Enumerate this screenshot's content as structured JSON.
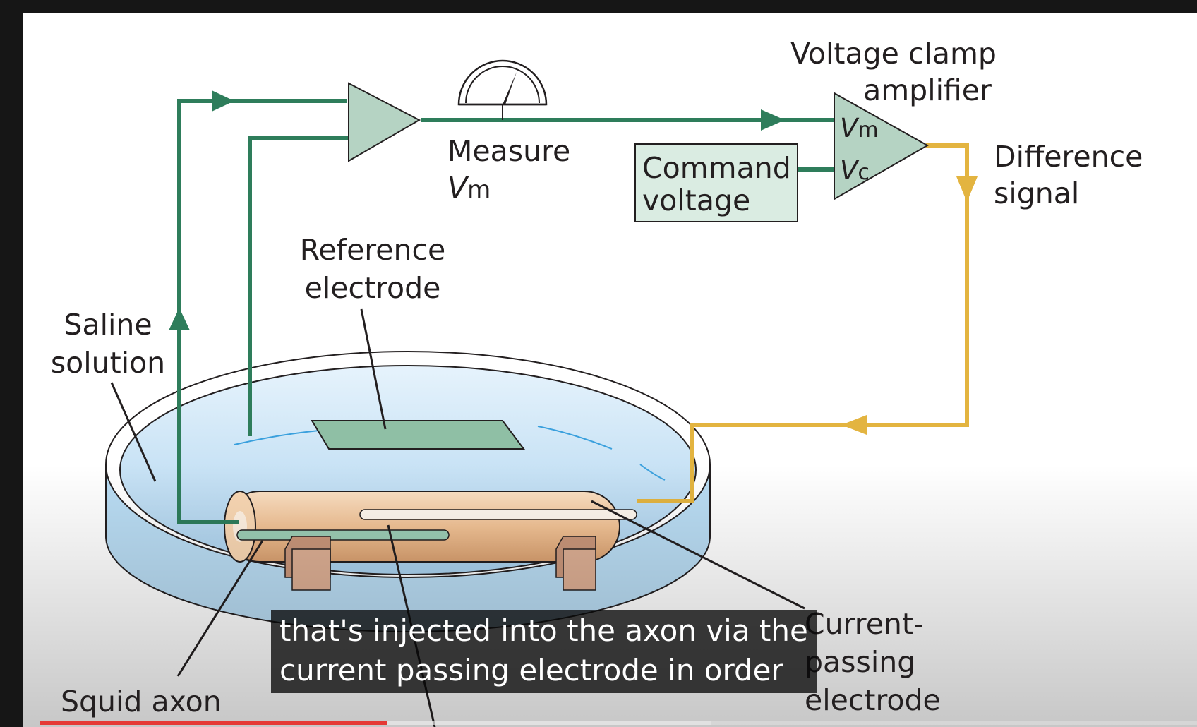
{
  "player": {
    "progress_played": 0.3,
    "progress_buffered": 0.58,
    "progress_color": "#e53935",
    "captions": {
      "lines": [
        "that's injected into the axon via the",
        "current passing electrode in order"
      ]
    }
  },
  "diagram": {
    "labels": {
      "amp_title_1": "Voltage clamp",
      "amp_title_2": "amplifier",
      "amp_in_vm_v": "V",
      "amp_in_vm_sub": "m",
      "amp_in_vc_v": "V",
      "amp_in_vc_sub": "c",
      "measure_1": "Measure",
      "measure_v": "V",
      "measure_sub": "m",
      "command_1": "Command",
      "command_2": "voltage",
      "diff_1": "Difference",
      "diff_2": "signal",
      "ref_1": "Reference",
      "ref_2": "electrode",
      "saline_1": "Saline",
      "saline_2": "solution",
      "squid_axon": "Squid axon",
      "current_1": "Current-",
      "current_2": "passing",
      "current_3": "electrode"
    },
    "colors": {
      "wire_green": "#2e7d5b",
      "wire_gold": "#e3b440",
      "amp_fill": "#b5d3c3",
      "axon_fill": "#f2c396",
      "saline_fill": "#cfe6f7",
      "electrode_fill": "#8fbfa5"
    }
  }
}
